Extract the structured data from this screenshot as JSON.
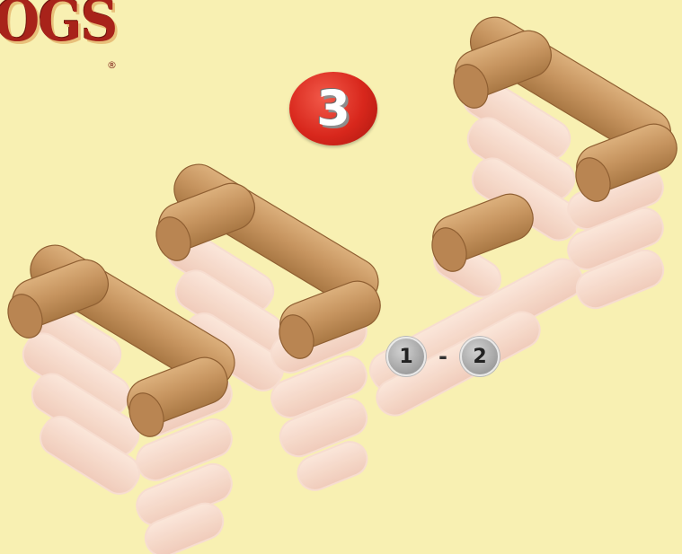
{
  "logo": {
    "text": "OGS",
    "registered": "®"
  },
  "step": {
    "number": "3"
  },
  "reference": {
    "from": "1",
    "separator": "-",
    "to": "2"
  },
  "colors": {
    "background": "#f8f0b2",
    "log_fill": "#c99966",
    "log_dark": "#9d6c3e",
    "ghost": "#f6d6cb",
    "badge": "#d8271c"
  }
}
